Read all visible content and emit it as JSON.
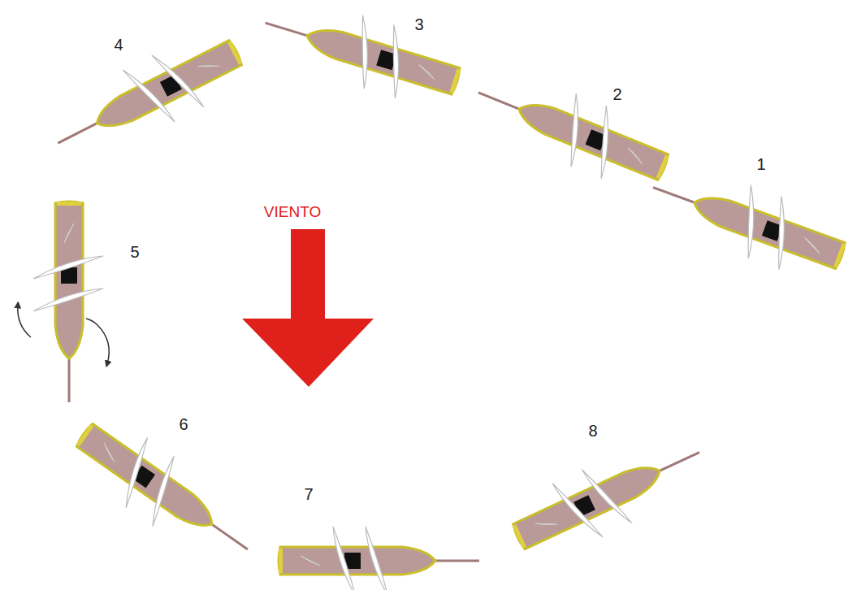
{
  "diagram": {
    "labels": [
      "1",
      "2",
      "3",
      "4",
      "5",
      "6",
      "7",
      "8",
      "VIENTO"
    ]
  }
}
